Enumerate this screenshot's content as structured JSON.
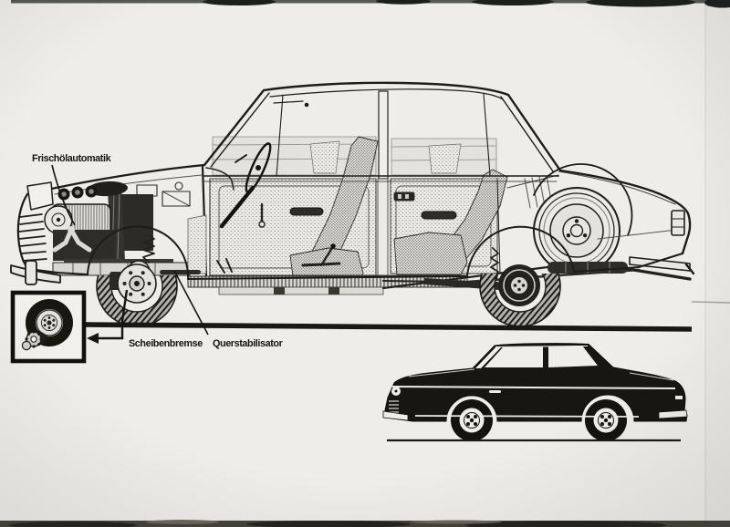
{
  "photo": {
    "paper_color": "#efede9",
    "ink_color": "#1d1c18",
    "scan_edge_color": "#3f3c35"
  },
  "callouts": {
    "fresh_oil_automatic": "Frischölautomatik",
    "disc_brake": "Scheibenbremse",
    "anti_roll_bar": "Querstabilisator"
  }
}
